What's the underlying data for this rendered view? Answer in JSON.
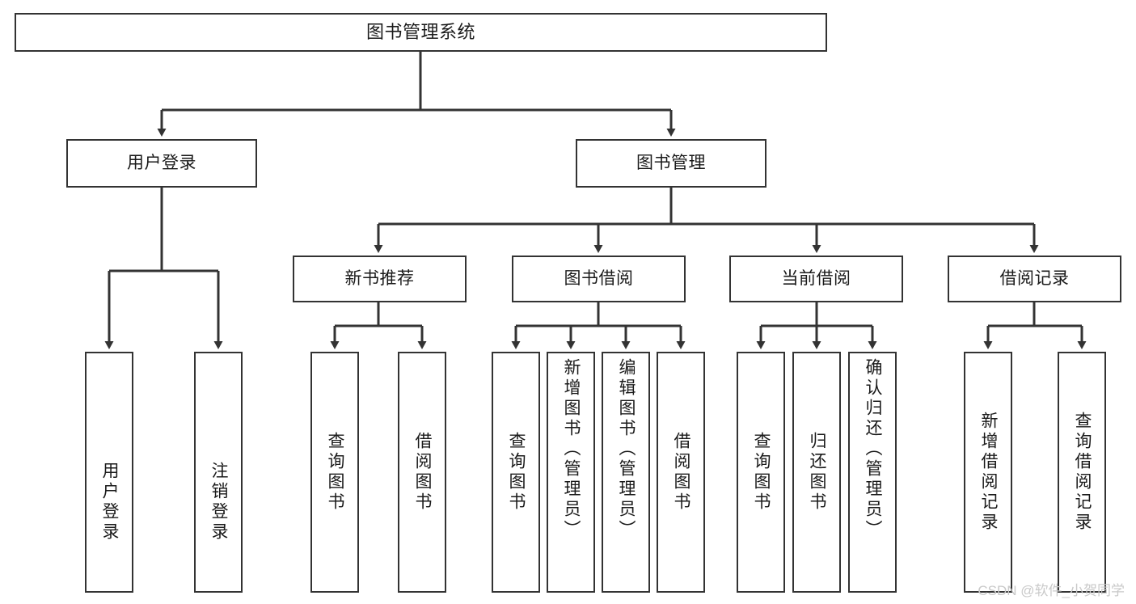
{
  "diagram": {
    "title": "图书管理系统",
    "type": "tree",
    "line_color": "#333333",
    "box_fill": "#ffffff",
    "text_color": "#1a1a1a"
  },
  "nodes": {
    "root": {
      "label": "图书管理系统"
    },
    "level1": [
      {
        "label": "用户登录"
      },
      {
        "label": "图书管理"
      }
    ],
    "level2": [
      {
        "label": "新书推荐"
      },
      {
        "label": "图书借阅"
      },
      {
        "label": "当前借阅"
      },
      {
        "label": "借阅记录"
      }
    ]
  },
  "leaves": {
    "user_login": [
      {
        "label": "用户登录"
      },
      {
        "label": "注销登录"
      }
    ],
    "new_book_recommend": [
      {
        "label": "查询图书"
      },
      {
        "label": "借阅图书"
      }
    ],
    "book_borrow": [
      {
        "label": "查询图书"
      },
      {
        "label": "新增图书（管理员）"
      },
      {
        "label": "编辑图书（管理员）"
      },
      {
        "label": "借阅图书"
      }
    ],
    "current_borrow": [
      {
        "label": "查询图书"
      },
      {
        "label": "归还图书"
      },
      {
        "label": "确认归还（管理员）"
      }
    ],
    "borrow_record": [
      {
        "label": "新增借阅记录"
      },
      {
        "label": "查询借阅记录"
      }
    ]
  },
  "watermark": {
    "text": "CSDN @软件_小贺同学"
  }
}
